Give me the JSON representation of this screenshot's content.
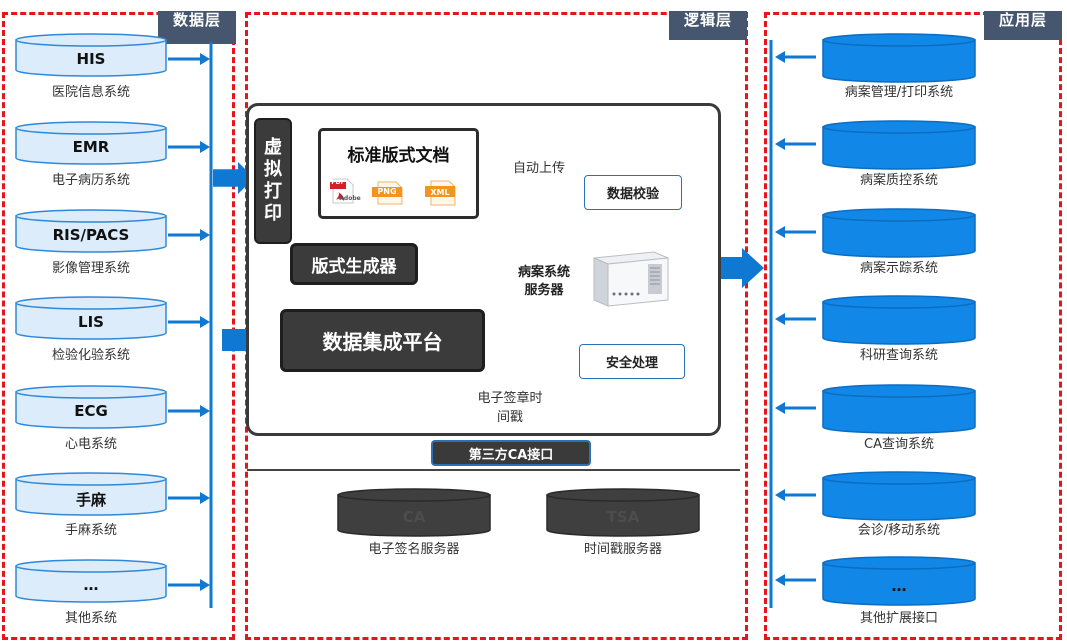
{
  "layers": {
    "data": "数据层",
    "logic": "逻辑层",
    "app": "应用层"
  },
  "data_sources": [
    {
      "title": "HIS",
      "label": "医院信息系统"
    },
    {
      "title": "EMR",
      "label": "电子病历系统"
    },
    {
      "title": "RIS/PACS",
      "label": "影像管理系统"
    },
    {
      "title": "LIS",
      "label": "检验化验系统"
    },
    {
      "title": "ECG",
      "label": "心电系统"
    },
    {
      "title": "手麻",
      "label": "手麻系统"
    },
    {
      "title": "…",
      "label": "其他系统"
    }
  ],
  "applications": [
    {
      "title": "",
      "label": "病案管理/打印系统"
    },
    {
      "title": "",
      "label": "病案质控系统"
    },
    {
      "title": "",
      "label": "病案示踪系统"
    },
    {
      "title": "",
      "label": "科研查询系统"
    },
    {
      "title": "",
      "label": "CA查询系统"
    },
    {
      "title": "",
      "label": "会诊/移动系统"
    },
    {
      "title": "…",
      "label": "其他扩展接口"
    }
  ],
  "logic": {
    "virtual_print": "虚拟打印",
    "standard_doc": "标准版式文档",
    "file_types": [
      "PDF",
      "PNG",
      "XML"
    ],
    "pdf_sub": "Adobe",
    "format_generator": "版式生成器",
    "integration_platform": "数据集成平台",
    "auto_upload": "自动上传",
    "data_check": "数据校验",
    "server_label": "病案系统服务器",
    "security": "安全处理",
    "signature_timestamp": "电子签章时间戳",
    "ca_interface": "第三方CA接口"
  },
  "servers": [
    {
      "title": "CA",
      "label": "电子签名服务器"
    },
    {
      "title": "TSA",
      "label": "时间戳服务器"
    }
  ],
  "colors": {
    "frame_red": "#e8141c",
    "arrow_blue": "#0f78d2",
    "cyl_fill_light": "#dcecfa",
    "cyl_fill_blue": "#1187e8",
    "tag_bg": "#46566e",
    "dark_box": "#3b3b3b"
  }
}
